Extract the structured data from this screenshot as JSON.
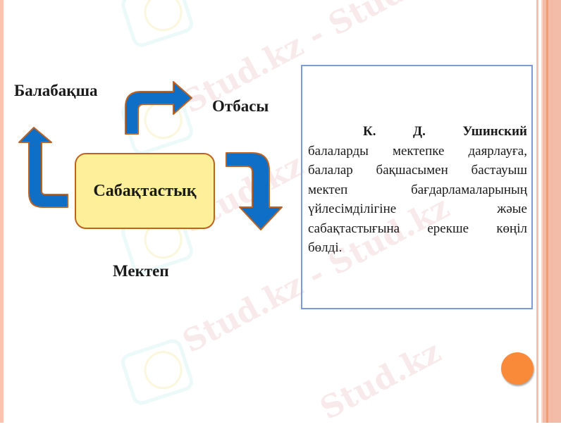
{
  "slide": {
    "background": "#ffffff",
    "accent_colors": {
      "arrow_fill": "#0f6fc6",
      "arrow_outline": "#c0621e",
      "center_fill": "#fef09a",
      "center_outline": "#c0621e",
      "quote_border": "#7b9cd8",
      "side_band": "#f2bca8",
      "orange_dot": "#f98a3a"
    }
  },
  "diagram": {
    "center": "Сабақтастық",
    "nodes": {
      "top_left": "Балабақша",
      "top_right": "Отбасы",
      "bottom": "Мектеп"
    },
    "arrows": [
      {
        "name": "arrow-up-to-balabaksha",
        "direction": "up",
        "icon": "bent-up-arrow-icon"
      },
      {
        "name": "arrow-right-to-otbasy",
        "direction": "right",
        "icon": "bent-right-arrow-icon"
      },
      {
        "name": "arrow-down-to-mektep",
        "direction": "down",
        "icon": "bent-down-arrow-icon"
      }
    ]
  },
  "quote": {
    "author": "К. Д. Ушинский",
    "author_parts": [
      "К.",
      "Д.",
      "Ушинский"
    ],
    "lines": [
      [
        "балаларды",
        "мектепке",
        "даярлауға,"
      ],
      [
        "балалар",
        "бақшасымен",
        "бастауыш"
      ],
      [
        "мектеп",
        "бағдарламаларының"
      ],
      [
        "үйлесімділігіне",
        "жәые"
      ],
      [
        "сабақтастығына",
        "ерекше",
        "көңіл"
      ],
      [
        "бөлді."
      ]
    ],
    "full_text": "К. Д. Ушинский балаларды мектепке даярлауға, балалар бақшасымен бастауыш мектеп бағдарламаларының үйлесімділігіне жәые сабақтастығына ерекше көңіл бөлді."
  },
  "watermark": {
    "text": "Stud.kz",
    "text_dash": "Stud.kz - Stud.kz"
  }
}
